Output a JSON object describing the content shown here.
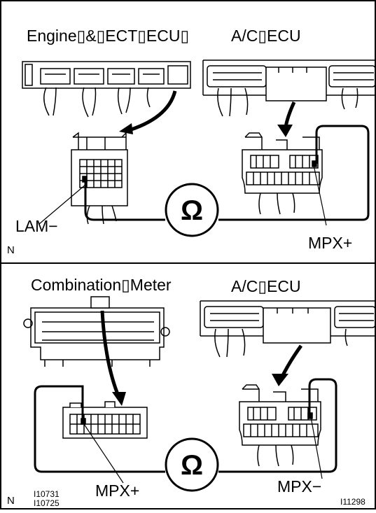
{
  "top_panel": {
    "title_left": "Engine▯&▯ECT▯ECU▯",
    "title_right": "A/C▯ECU",
    "label_left_terminal": "LAM−",
    "label_right_terminal": "MPX+",
    "corner_mark": "N",
    "meter_symbol": "Ω"
  },
  "bottom_panel": {
    "title_left": "Combination▯Meter",
    "title_right": "A/C▯ECU",
    "label_left_terminal": "MPX+",
    "label_right_terminal": "MPX−",
    "corner_mark": "N",
    "meter_symbol": "Ω",
    "figure_ids": [
      "I10731",
      "I10725"
    ],
    "figure_id_right": "I11298"
  },
  "colors": {
    "line": "#000000",
    "background": "#ffffff"
  }
}
